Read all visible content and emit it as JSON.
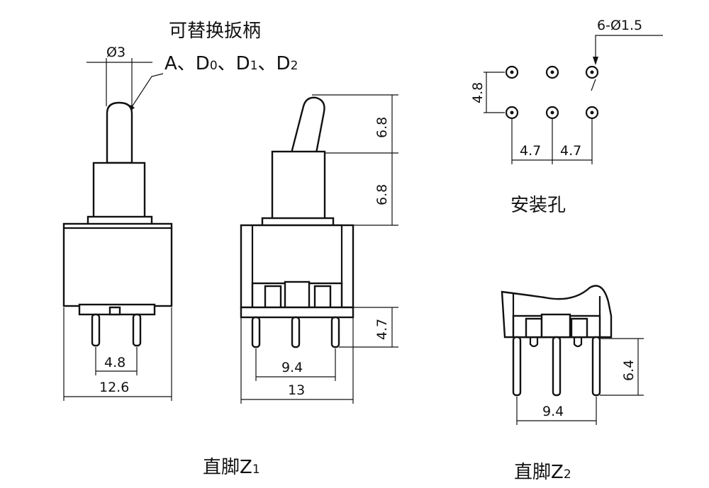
{
  "top_note": {
    "line1": "可替换扳柄",
    "a": "A、",
    "d0": "D",
    "d0_sub": "0",
    "sep1": "、",
    "d1": "D",
    "d1_sub": "1",
    "sep2": "、",
    "d2": "D",
    "d2_sub": "2"
  },
  "dims": {
    "dia3": "Ø3",
    "d48_pins": "4.8",
    "d126": "12.6",
    "d68_top": "6.8",
    "d68_bottom": "6.8",
    "d47_height": "4.7",
    "d94_z1": "9.4",
    "d13": "13",
    "hole_dia": "6-Ø1.5",
    "hole_48": "4.8",
    "hole_47_left": "4.7",
    "hole_47_right": "4.7",
    "d64": "6.4",
    "d94_z2": "9.4"
  },
  "labels": {
    "mount_holes": "安装孔",
    "z1_main": "直脚Z",
    "z1_sub": "1",
    "z2_main": "直脚Z",
    "z2_sub": "2"
  }
}
